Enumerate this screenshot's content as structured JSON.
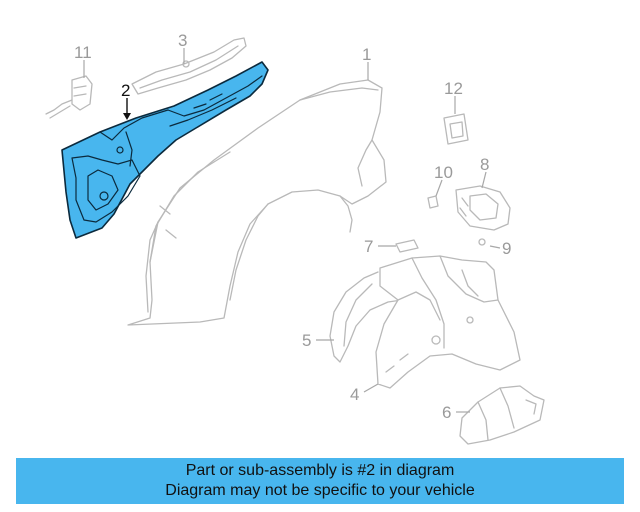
{
  "diagram": {
    "callouts": [
      {
        "id": "1",
        "label": "1"
      },
      {
        "id": "2",
        "label": "2"
      },
      {
        "id": "3",
        "label": "3"
      },
      {
        "id": "4",
        "label": "4"
      },
      {
        "id": "5",
        "label": "5"
      },
      {
        "id": "6",
        "label": "6"
      },
      {
        "id": "7",
        "label": "7"
      },
      {
        "id": "8",
        "label": "8"
      },
      {
        "id": "9",
        "label": "9"
      },
      {
        "id": "10",
        "label": "10"
      },
      {
        "id": "11",
        "label": "11"
      },
      {
        "id": "12",
        "label": "12"
      }
    ],
    "highlighted_part": "2",
    "highlight_color": "#48b6ee"
  },
  "banner": {
    "line1": "Part or sub-assembly is #2 in diagram",
    "line2": "Diagram may not be specific to your vehicle",
    "background": "#48b6ee"
  }
}
